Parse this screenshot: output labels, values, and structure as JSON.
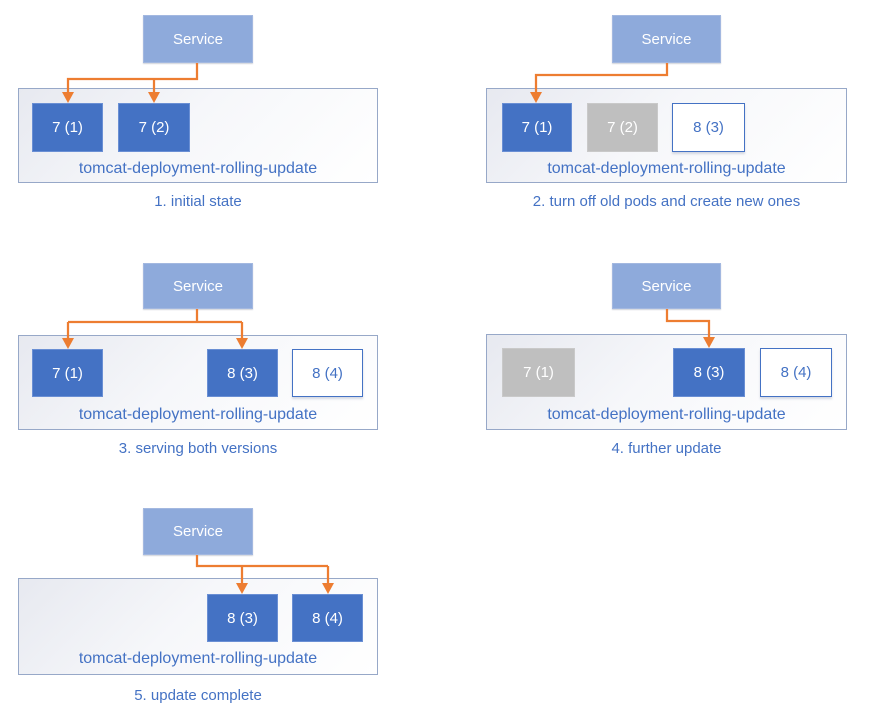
{
  "service_label": "Service",
  "deployment_label": "tomcat-deployment-rolling-update",
  "colors": {
    "arrow": "#ED7D31",
    "pod_active_fill": "#4472C4",
    "pod_inactive_fill": "#BFBFBF",
    "pod_new_border": "#4472C4",
    "service_fill": "#8EAADB",
    "deployment_border": "#97A8C8",
    "label_text": "#4472C4",
    "caption_text": "#4472C4"
  },
  "panels": [
    {
      "caption": "1. initial state",
      "pods": [
        {
          "label": "7 (1)",
          "state": "active"
        },
        {
          "label": "7 (2)",
          "state": "active"
        }
      ]
    },
    {
      "caption": "2. turn off old pods and create new ones",
      "pods": [
        {
          "label": "7 (1)",
          "state": "active"
        },
        {
          "label": "7 (2)",
          "state": "inactive"
        },
        {
          "label": "8 (3)",
          "state": "new"
        }
      ]
    },
    {
      "caption": "3. serving both versions",
      "pods": [
        {
          "label": "7 (1)",
          "state": "active"
        },
        {
          "label": "8 (3)",
          "state": "active"
        },
        {
          "label": "8 (4)",
          "state": "new"
        }
      ]
    },
    {
      "caption": "4. further update",
      "pods": [
        {
          "label": "7 (1)",
          "state": "inactive"
        },
        {
          "label": "8 (3)",
          "state": "active"
        },
        {
          "label": "8 (4)",
          "state": "new"
        }
      ]
    },
    {
      "caption": "5. update complete",
      "pods": [
        {
          "label": "8 (3)",
          "state": "active"
        },
        {
          "label": "8 (4)",
          "state": "active"
        }
      ]
    }
  ]
}
